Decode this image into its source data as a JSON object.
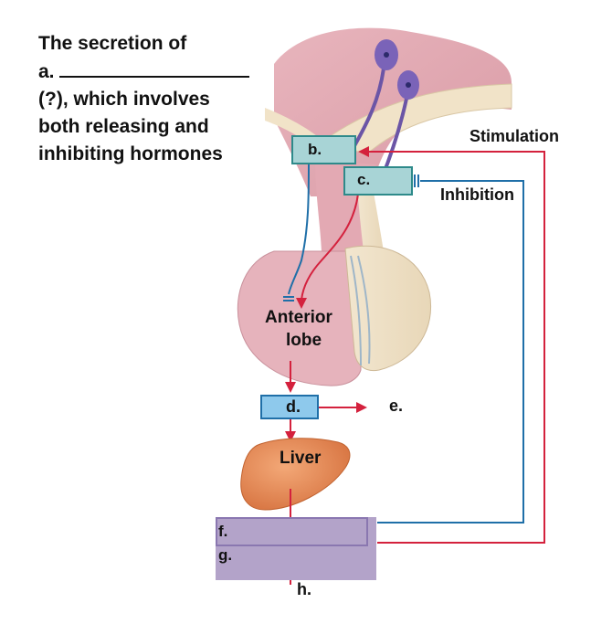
{
  "title": {
    "line1": "The secretion of",
    "line2_prefix": "a.",
    "line3": "(?), which involves",
    "line4": "both releasing and",
    "line5": "inhibiting hormones"
  },
  "labels": {
    "b": "b.",
    "c": "c.",
    "d": "d.",
    "e": "e.",
    "f": "f.",
    "g": "g.",
    "h": "h.",
    "stimulation": "Stimulation",
    "inhibition": "Inhibition",
    "anterior_lobe_1": "Anterior",
    "anterior_lobe_2": "lobe",
    "liver": "Liver"
  },
  "colors": {
    "stimulation": "#d4213d",
    "inhibition": "#1f6fa8",
    "box_teal": "#a8d4d6",
    "box_teal_border": "#2e8a8a",
    "box_blue": "#8ec9ec",
    "box_purple": "#b3a3c9",
    "liver": "#e58a55"
  }
}
